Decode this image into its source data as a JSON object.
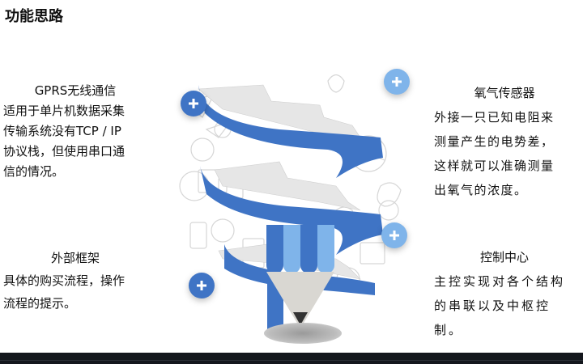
{
  "page": {
    "title": "功能思路"
  },
  "blocks": [
    {
      "heading": "GPRS无线通信",
      "lines": [
        "适用于单片机数据采集",
        "传输系统没有TCP / IP",
        "协议栈，但使用串口通",
        "信的情况。"
      ]
    },
    {
      "heading": "氧气传感器",
      "lines": [
        "外接一只已知电阻来",
        "测量产生的电势差，",
        "这样就可以准确测量",
        "出氧气的浓度。"
      ]
    },
    {
      "heading": "外部框架",
      "lines": [
        "具体的购买流程，操作",
        "流程的提示。"
      ]
    },
    {
      "heading": "控制中心",
      "lines": [
        "主控实现对各个结构",
        "的串联以及中枢控",
        "制。"
      ]
    }
  ],
  "plus_buttons": [
    {
      "position": "top-left",
      "color": "#3f74c5"
    },
    {
      "position": "top-right",
      "color": "#7fb4ea"
    },
    {
      "position": "bottom-right",
      "color": "#7fb4ea"
    },
    {
      "position": "bottom-left",
      "color": "#3f74c5"
    }
  ],
  "colors": {
    "dark_blue": "#3f74c5",
    "light_blue": "#7fb4ea",
    "bottom_bar": "#14171d"
  }
}
